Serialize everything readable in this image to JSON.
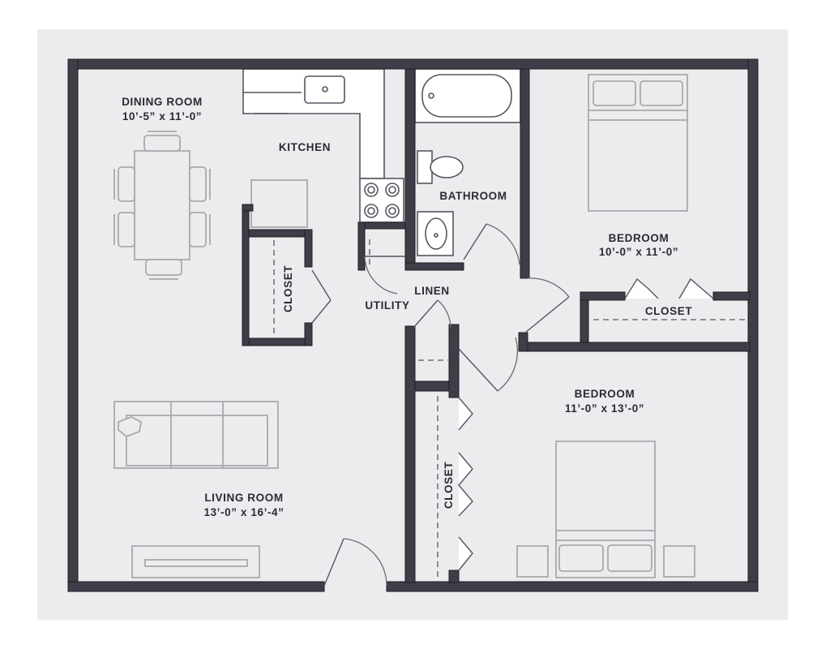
{
  "colors": {
    "page_background": "#ffffff",
    "panel_background": "#ececee",
    "wall": "#3f3d48",
    "furniture_outline": "#a9a9ad",
    "fixture_outline": "#555560",
    "label_text": "#2b2a33"
  },
  "rooms": {
    "dining_room": {
      "name": "DINING ROOM",
      "dimensions": "10’-5” x 11’-0”"
    },
    "kitchen": {
      "name": "KITCHEN"
    },
    "bathroom": {
      "name": "BATHROOM"
    },
    "bedroom_1": {
      "name": "BEDROOM",
      "dimensions": "10’-0” x 11’-0”"
    },
    "closet_left": {
      "name": "CLOSET"
    },
    "utility": {
      "name": "UTILITY"
    },
    "linen": {
      "name": "LINEN"
    },
    "closet_bedroom_1": {
      "name": "CLOSET"
    },
    "bedroom_2": {
      "name": "BEDROOM",
      "dimensions": "11’-0” x 13’-0”"
    },
    "closet_bedroom_2": {
      "name": "CLOSET"
    },
    "living_room": {
      "name": "LIVING ROOM",
      "dimensions": "13’-0” x 16’-4”"
    }
  }
}
